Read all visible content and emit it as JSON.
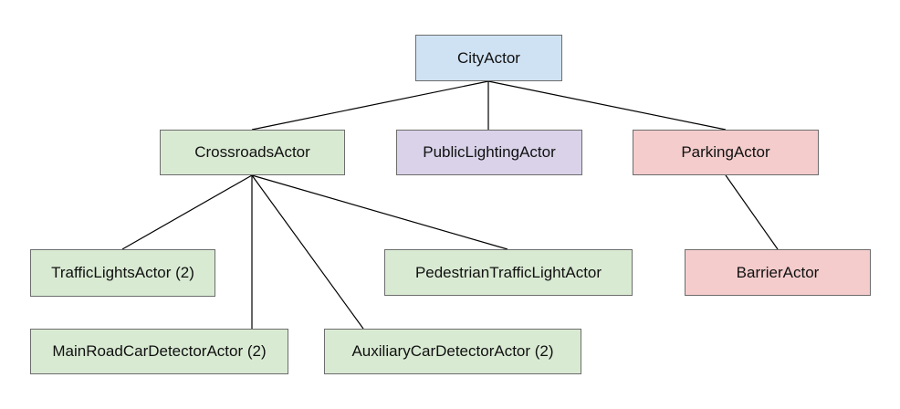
{
  "diagram": {
    "nodes": [
      {
        "id": "city",
        "label": "CityActor",
        "color": "#cfe2f3"
      },
      {
        "id": "crossroads",
        "label": "CrossroadsActor",
        "color": "#d9ead3"
      },
      {
        "id": "public_lighting",
        "label": "PublicLightingActor",
        "color": "#d9d2e9"
      },
      {
        "id": "parking",
        "label": "ParkingActor",
        "color": "#f4cccc"
      },
      {
        "id": "traffic_lights",
        "label": "TrafficLightsActor (2)",
        "color": "#d9ead3"
      },
      {
        "id": "pedestrian",
        "label": "PedestrianTrafficLightActor",
        "color": "#d9ead3"
      },
      {
        "id": "barrier",
        "label": "BarrierActor",
        "color": "#f4cccc"
      },
      {
        "id": "main_road",
        "label": "MainRoadCarDetectorActor (2)",
        "color": "#d9ead3"
      },
      {
        "id": "auxiliary",
        "label": "AuxiliaryCarDetectorActor (2)",
        "color": "#d9ead3"
      }
    ],
    "edges": [
      {
        "from": "city",
        "to": "crossroads"
      },
      {
        "from": "city",
        "to": "public_lighting"
      },
      {
        "from": "city",
        "to": "parking"
      },
      {
        "from": "crossroads",
        "to": "traffic_lights"
      },
      {
        "from": "crossroads",
        "to": "main_road"
      },
      {
        "from": "crossroads",
        "to": "auxiliary"
      },
      {
        "from": "crossroads",
        "to": "pedestrian"
      },
      {
        "from": "parking",
        "to": "barrier"
      }
    ],
    "edge_color": "#000000",
    "border_color": "#6d6d6d"
  }
}
